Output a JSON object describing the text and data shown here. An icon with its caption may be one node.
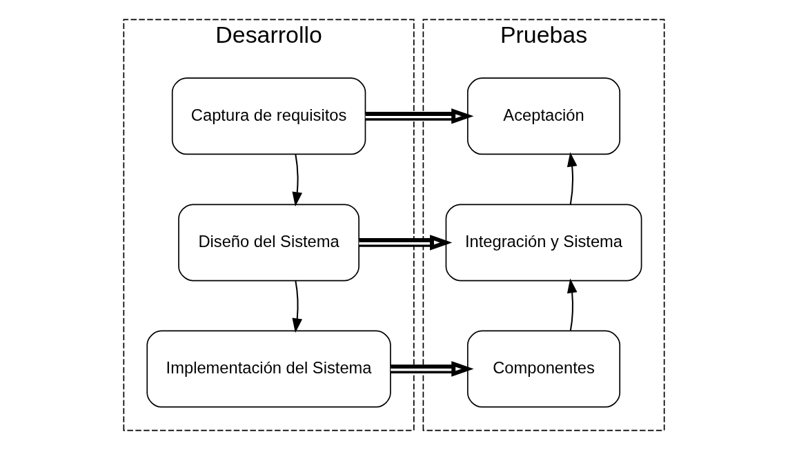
{
  "diagram": {
    "nodes": [
      {
        "text": [
          "Desarrollo"
        ]
      },
      {
        "text": [
          "Captura de requisitos"
        ],
        "in": 0
      },
      {
        "text": [
          "Diseño del Sistema"
        ],
        "in": 0
      },
      {
        "text": [
          "Implementación del Sistema"
        ],
        "in": 0
      },
      {
        "text": [
          "Pruebas"
        ]
      },
      {
        "text": [
          "Aceptación"
        ],
        "in": 4
      },
      {
        "text": [
          "Integración y Sistema"
        ],
        "in": 4
      },
      {
        "text": [
          "Componentes"
        ],
        "in": 4
      }
    ],
    "edges": [
      {
        "from": 1,
        "to": 5,
        "arrow": "to",
        "style": "thick"
      },
      {
        "from": 1,
        "to": 2,
        "arrow": "to"
      },
      {
        "from": 2,
        "to": 6,
        "arrow": "to",
        "style": "thick"
      },
      {
        "from": 2,
        "to": 3,
        "arrow": "to"
      },
      {
        "from": 3,
        "to": 7,
        "arrow": "to",
        "style": "thick"
      },
      {
        "from": 7,
        "to": 6,
        "arrow": "to"
      },
      {
        "from": 6,
        "to": 5,
        "arrow": "to"
      }
    ]
  }
}
